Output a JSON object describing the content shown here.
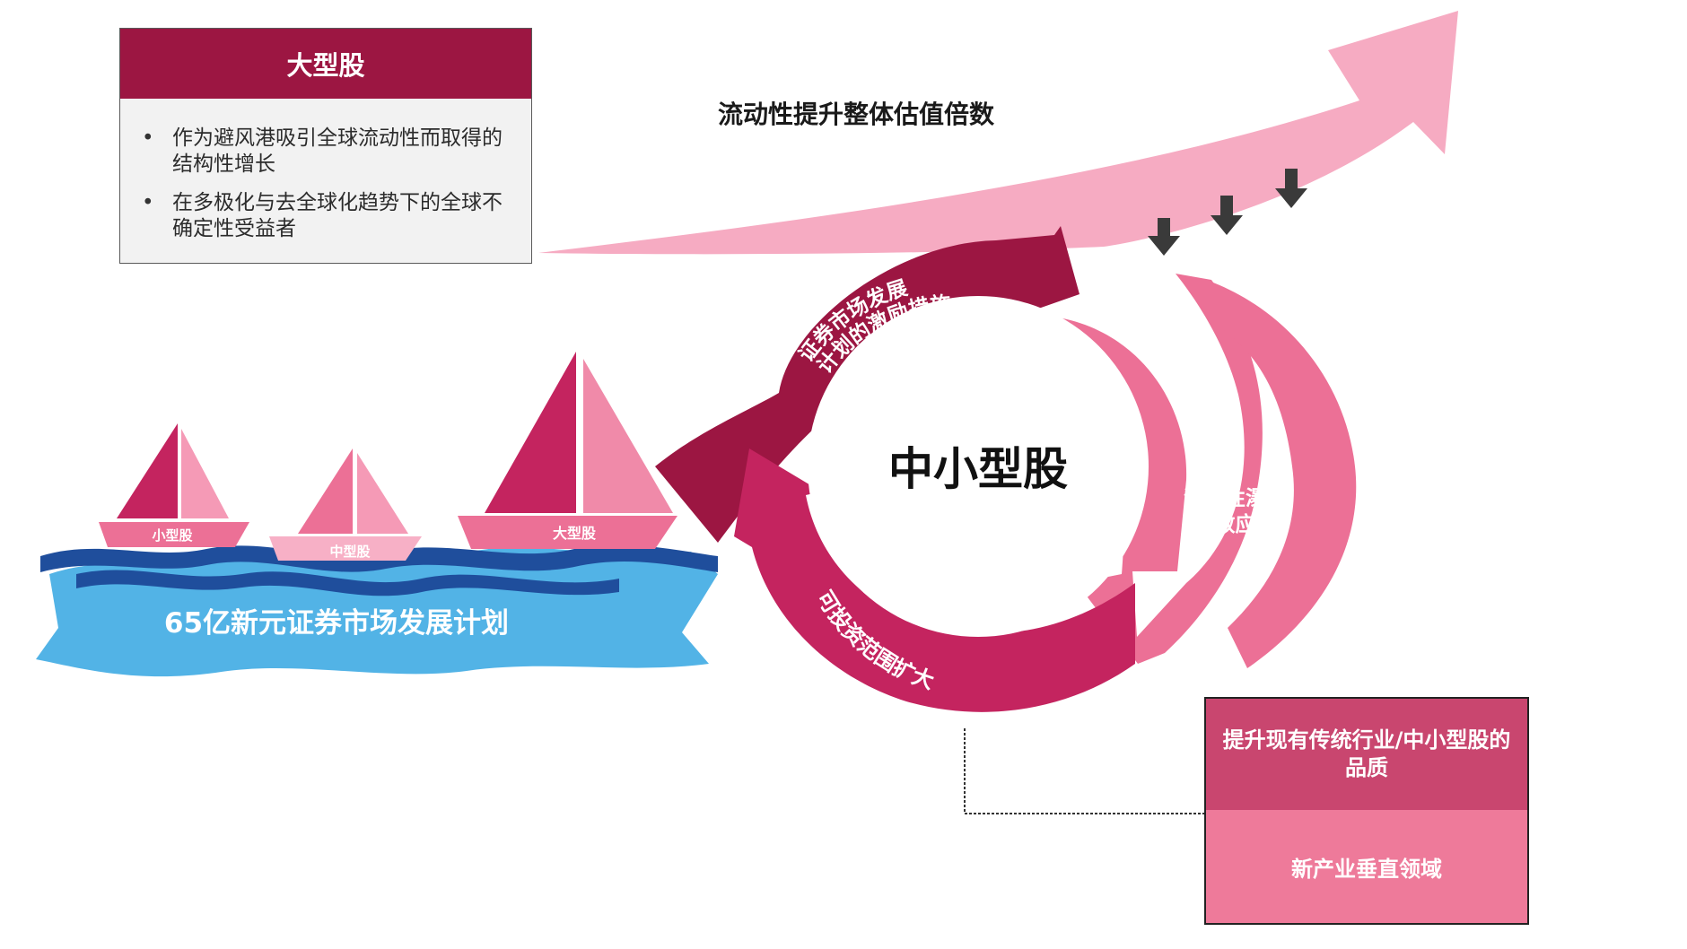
{
  "large_cap_card": {
    "title": "大型股",
    "bullets": [
      "作为避风港吸引全球流动性而取得的结构性增长",
      "在多极化与去全球化趋势下的全球不确定性受益者"
    ]
  },
  "top_arrow_label": "流动性提升整体估值倍数",
  "center_label": "中小型股",
  "cycle_labels": {
    "incentive_line1": "证券市场发展",
    "incentive_line2": "计划的激励措施",
    "spillover_line1": "流动性瀑",
    "spillover_line2": "布效应",
    "scope": "可投资范围扩大"
  },
  "boats": {
    "small": "小型股",
    "mid": "中型股",
    "large": "大型股"
  },
  "water_label": "65亿新元证券市场发展计划",
  "quality_card": {
    "top": "提升现有传统行业/中小型股的品质",
    "bottom": "新产业垂直领域"
  },
  "colors": {
    "dark_maroon": "#9c1642",
    "magenta": "#c4245f",
    "pink": "#ec7096",
    "light_pink": "#f6abc2",
    "water_blue": "#52b3e6",
    "wave_navy": "#1f4e9c"
  }
}
